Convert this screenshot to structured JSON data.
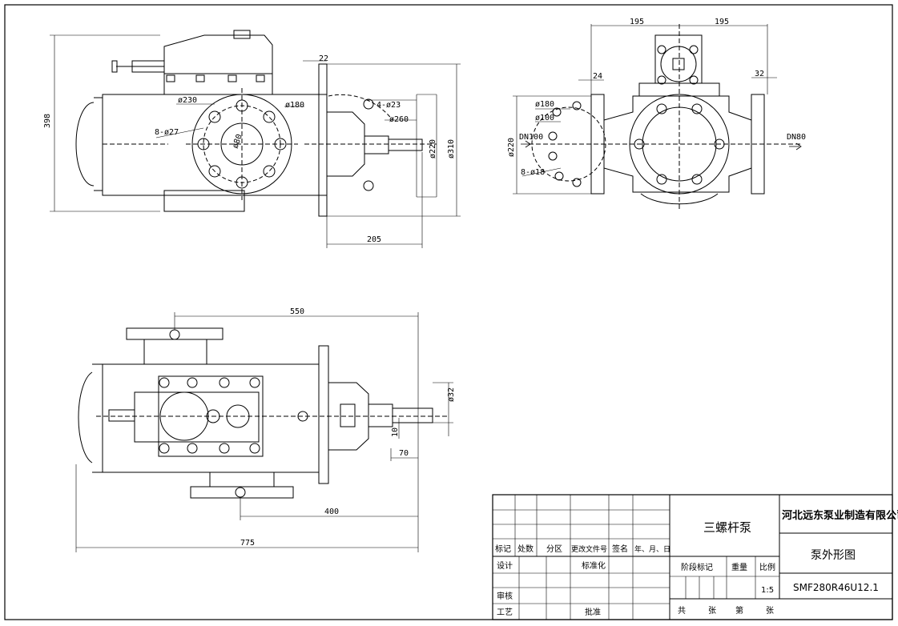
{
  "views": {
    "front": {
      "dims": {
        "d230": "ø230",
        "d180": "ø180",
        "h398": "398",
        "bolt_holes": "8-ø27",
        "d80": "ø80",
        "w22": "22",
        "holes4": "4-ø23",
        "d260": "ø260",
        "d220": "ø220",
        "d310": "ø310",
        "w205": "205"
      }
    },
    "side": {
      "dims": {
        "w195a": "195",
        "w195b": "195",
        "w24": "24",
        "w32": "32",
        "d180": "ø180",
        "d100": "ø100",
        "d220": "ø220",
        "dn100": "DN100",
        "holes8": "8-ø18",
        "dn80": "DN80"
      }
    },
    "top": {
      "dims": {
        "w550": "550",
        "d32": "ø32",
        "w10": "10",
        "w70": "70",
        "w400": "400",
        "w775": "775"
      }
    }
  },
  "title_block": {
    "product": "三螺杆泵",
    "company": "河北远东泵业制造有限公司",
    "drawing_name": "泵外形图",
    "model_code": "SMF280R46U12.1",
    "scale_value": "1:5",
    "headers": {
      "mark": "标记",
      "count": "处数",
      "zone": "分区",
      "change_doc": "更改文件号",
      "signature": "签名",
      "date": "年、月、日"
    },
    "roles": {
      "design": "设计",
      "standardization": "标准化",
      "review": "审核",
      "process": "工艺",
      "approval": "批准"
    },
    "stage_mark": "阶段标记",
    "weight": "重量",
    "scale": "比例",
    "total_label": "共",
    "sheets_label": "张",
    "sheet_no_label": "第",
    "sheet_label2": "张"
  }
}
